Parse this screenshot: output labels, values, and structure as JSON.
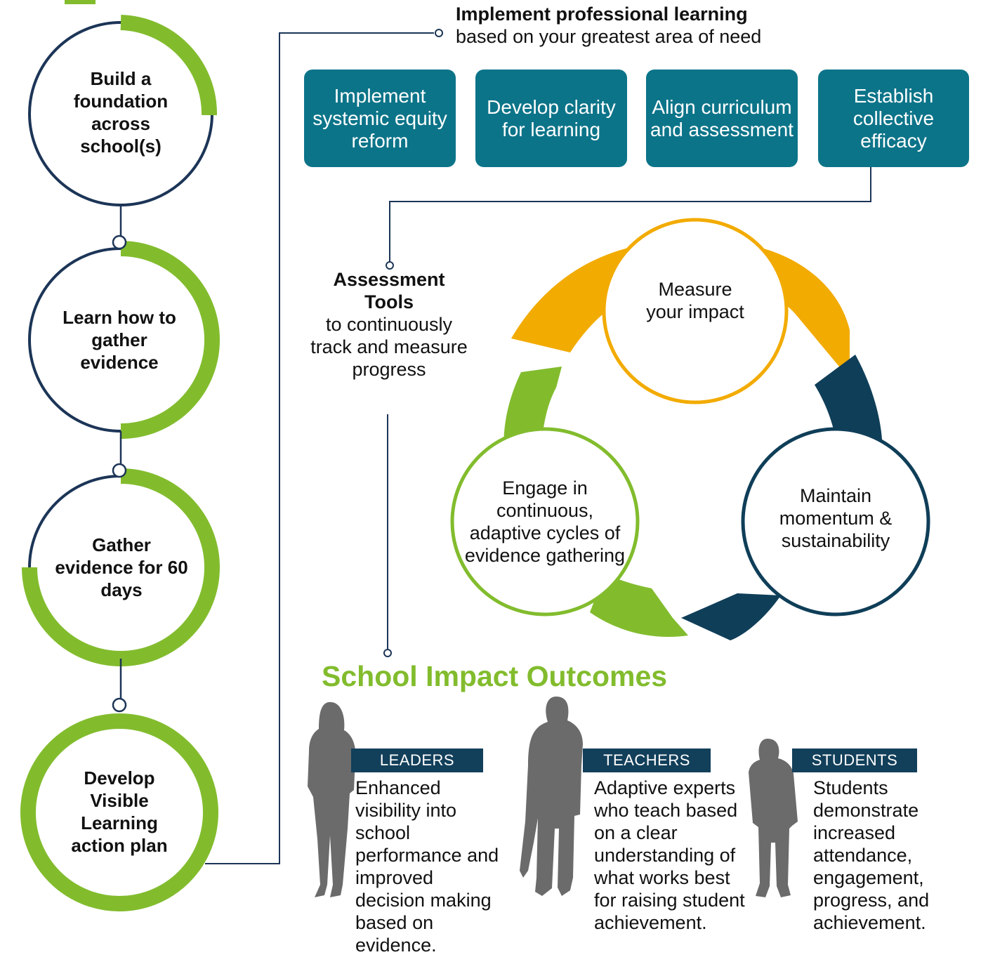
{
  "steps": [
    {
      "label": "Build a foundation across school(s)"
    },
    {
      "label": "Learn how to gather evidence"
    },
    {
      "label": "Gather evidence for 60 days"
    },
    {
      "label": "Develop Visible Learning action plan"
    }
  ],
  "professional_learning": {
    "title": "Implement professional learning",
    "subtitle": "based on your greatest area of need",
    "options": [
      {
        "label": "Implement systemic equity reform"
      },
      {
        "label": "Develop clarity for learning"
      },
      {
        "label": "Align curriculum and assessment"
      },
      {
        "label": "Establish collective efficacy"
      }
    ]
  },
  "assessment": {
    "title": "Assessment Tools",
    "text": "to continuously track and measure progress"
  },
  "cycle": {
    "measure": "Measure your impact",
    "maintain": "Maintain momentum & sustainability",
    "engage": "Engage in continuous, adaptive cycles of evidence gathering"
  },
  "outcomes": {
    "heading": "School Impact Outcomes",
    "groups": [
      {
        "tag": "LEADERS",
        "text": "Enhanced visibility into school performance and improved decision making based on evidence."
      },
      {
        "tag": "TEACHERS",
        "text": "Adaptive experts who teach based on a clear understanding of what works best for raising student achievement."
      },
      {
        "tag": "STUDENTS",
        "text": "Students demonstrate increased attendance, engagement, progress, and achievement."
      }
    ]
  },
  "colors": {
    "green": "#82bc2d",
    "navy": "#1c3557",
    "teal": "#0c7489",
    "gold": "#f2ab00",
    "dark_blue": "#0f3e58",
    "silhouette": "#6b6b6b"
  }
}
